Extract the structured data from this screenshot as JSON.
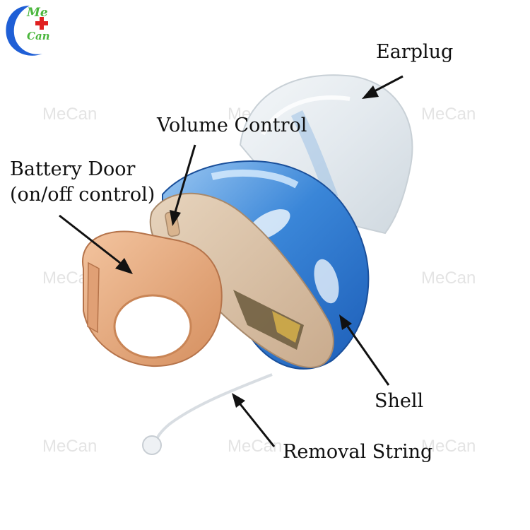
{
  "brand": {
    "watermark": "MeCan",
    "logo_top": "Me",
    "logo_bottom": "Can"
  },
  "labels": {
    "earplug": "Earplug",
    "volume_control": "Volume Control",
    "battery_door_line1": "Battery Door",
    "battery_door_line2": "(on/off control)",
    "shell": "Shell",
    "removal_string": "Removal String"
  },
  "colors": {
    "logo_blue": "#1f5fd6",
    "logo_green": "#4ab63c",
    "logo_red": "#e02020",
    "shell_blue": "#3a86d8",
    "earplug_clear": "#e9eef2",
    "battery_door": "#e8a878",
    "faceplate": "#dcc3a6"
  }
}
